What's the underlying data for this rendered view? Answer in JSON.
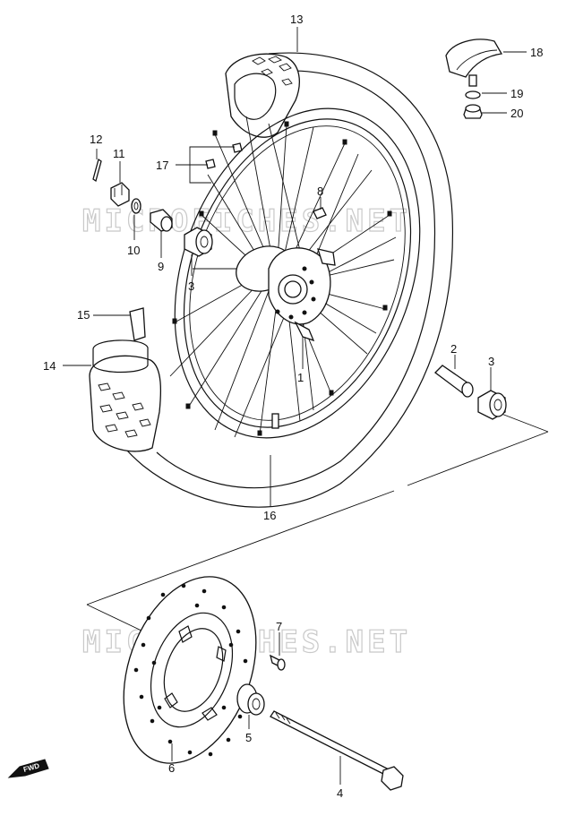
{
  "watermarks": [
    "MICROFICHES.NET",
    "MICROFICHES.NET"
  ],
  "fwd_label": "FWD",
  "callouts": {
    "p1": "1",
    "p2": "2",
    "p3a": "3",
    "p3b": "3",
    "p4": "4",
    "p5": "5",
    "p6": "6",
    "p7": "7",
    "p8": "8",
    "p9": "9",
    "p10": "10",
    "p11": "11",
    "p12": "12",
    "p13": "13",
    "p14": "14",
    "p15": "15",
    "p16": "16",
    "p17": "17",
    "p18": "18",
    "p19": "19",
    "p20": "20"
  }
}
